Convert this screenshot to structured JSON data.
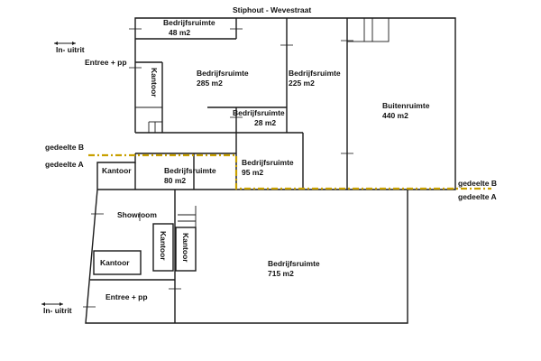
{
  "plan": {
    "street": "Stiphout - Wevestraat",
    "colors": {
      "walls": "#1a1a1a",
      "divider": "#c8a000",
      "background": "#ffffff"
    },
    "spaces": [
      {
        "id": "top-small",
        "name": "Bedrijfsruimte",
        "area": "48 m2"
      },
      {
        "id": "main-left",
        "name": "Bedrijfsruimte",
        "area": "285 m2"
      },
      {
        "id": "main-mid",
        "name": "Bedrijfsruimte",
        "area": "225 m2"
      },
      {
        "id": "small-28",
        "name": "Bedrijfsruimte",
        "area": "28 m2"
      },
      {
        "id": "outdoor",
        "name": "Buitenruimte",
        "area": "440 m2"
      },
      {
        "id": "mid-95",
        "name": "Bedrijfsruimte",
        "area": "95 m2"
      },
      {
        "id": "left-80",
        "name": "Bedrijfsruimte",
        "area": "80 m2"
      },
      {
        "id": "large-715",
        "name": "Bedrijfsruimte",
        "area": "715 m2"
      }
    ],
    "rooms": {
      "kantoor_top": "Kantoor",
      "kantoor_mid": "Kantoor",
      "kantoor_lower": "Kantoor",
      "kantoor_vert_a": "Kantoor",
      "kantoor_vert_b": "Kantoor",
      "showroom": "Showroom"
    },
    "labels": {
      "in_uitrit_top": "In- uitrit",
      "in_uitrit_bottom": "In- uitrit",
      "entree_top": "Entree + pp",
      "entree_bottom": "Entree + pp",
      "gedeelte_b_left": "gedeelte B",
      "gedeelte_a_left": "gedeelte A",
      "gedeelte_b_right": "gedeelte B",
      "gedeelte_a_right": "gedeelte A"
    }
  }
}
